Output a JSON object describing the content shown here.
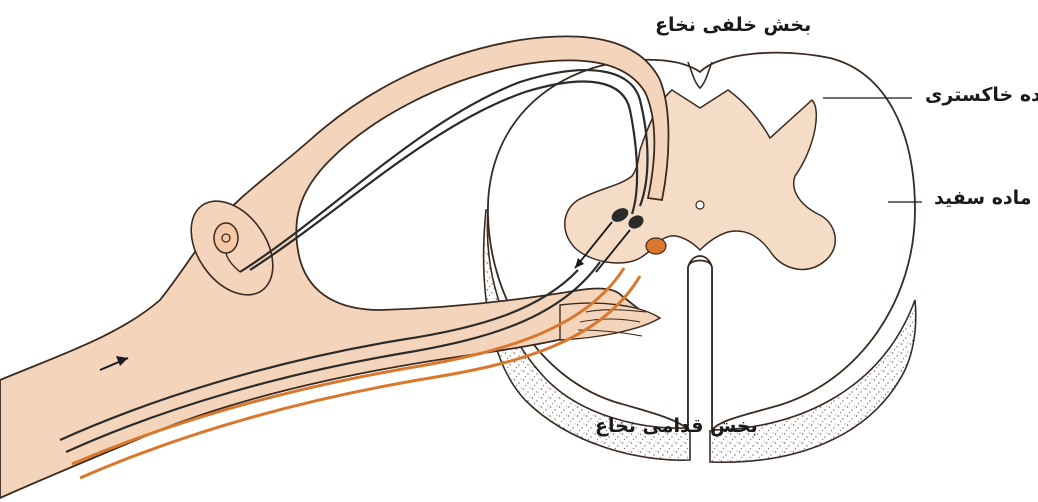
{
  "labels": {
    "dorsal_part": "بخش خلفی نخاع",
    "gray_matter": "ماده خاکستری",
    "white_matter": "ماده سفید",
    "ventral_part": "بخش قدامی نخاع"
  },
  "colors": {
    "nerve_fill": "#f4d5bb",
    "nerve_outline": "#3a2a20",
    "gray_matter_fill": "#f5dcc6",
    "white_matter_fill": "#ffffff",
    "stipple": "#6d6d6d",
    "motor_fiber": "#d9782d",
    "sensory_fiber": "#2b2b2b",
    "text": "#1a1a1a"
  }
}
